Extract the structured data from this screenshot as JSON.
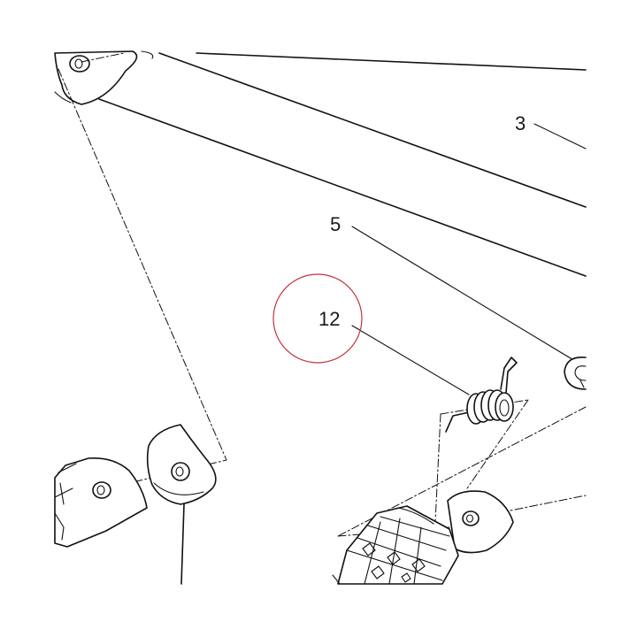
{
  "callouts": {
    "part_3": "3",
    "part_5": "5",
    "part_12": "12"
  },
  "highlight": {
    "target": "12",
    "color": "#c0343c"
  },
  "colors": {
    "line": "#111111",
    "background": "#ffffff"
  }
}
